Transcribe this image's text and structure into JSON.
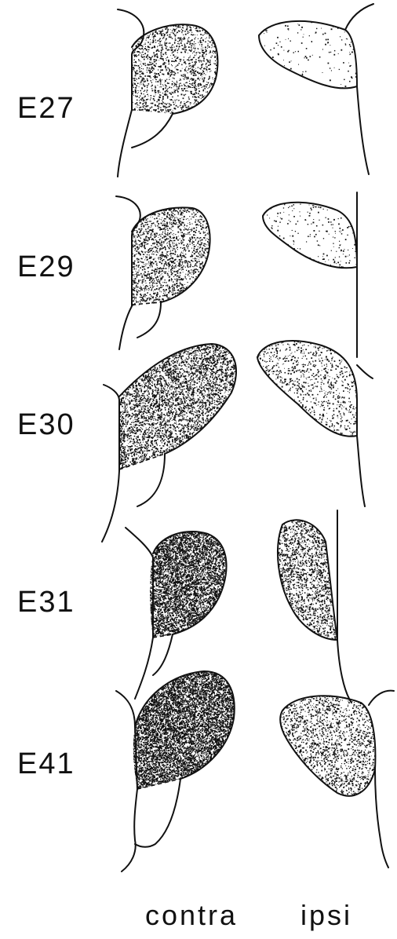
{
  "rows": [
    {
      "label": "E27",
      "contra_density": 0.25,
      "ipsi_density": 0.03
    },
    {
      "label": "E29",
      "contra_density": 0.3,
      "ipsi_density": 0.05
    },
    {
      "label": "E30",
      "contra_density": 0.45,
      "ipsi_density": 0.15
    },
    {
      "label": "E31",
      "contra_density": 0.85,
      "ipsi_density": 0.35
    },
    {
      "label": "E41",
      "contra_density": 0.95,
      "ipsi_density": 0.25
    }
  ],
  "columns": {
    "contra": "contra",
    "ipsi": "ipsi"
  },
  "colors": {
    "ink": "#111111",
    "background": "#ffffff"
  }
}
